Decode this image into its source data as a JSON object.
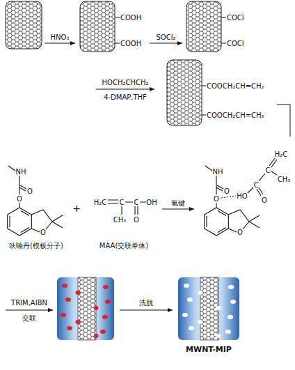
{
  "diagram": {
    "nodes": [
      {
        "text": [
          "COOH",
          "COOH"
        ]
      },
      {
        "text": [
          "COCl",
          "COCl"
        ]
      },
      {
        "text": [
          "COOCH₂CH=CH₂",
          "COOCH₂CH=CH₂"
        ]
      },
      {
        "text": [
          "NH",
          "O",
          "O",
          "O",
          "呋喃丹(模板分子)"
        ]
      },
      {
        "text": [
          "H₂C",
          "C",
          "C",
          "OH",
          "CH₃",
          "O",
          "MAA(交联单体)"
        ]
      },
      {
        "text": [
          "NH",
          "O",
          "O",
          "O",
          "HO",
          "C",
          "O",
          "C",
          "H₂C",
          "CH₃"
        ]
      },
      {
        "text": [
          "MWNT-MIP"
        ]
      }
    ],
    "edges": [
      {
        "from": 0,
        "to": 1,
        "arrow": "to",
        "label": "SOCl₂"
      },
      {
        "from": 4,
        "to": 5,
        "arrow": "to",
        "label": "氢键"
      }
    ],
    "labels": [
      "HNO₃",
      "HOCH₂CHCH₂",
      "4-DMAP,THF",
      "+",
      "TRIM,AIBN",
      "交联",
      "洗脱"
    ]
  }
}
